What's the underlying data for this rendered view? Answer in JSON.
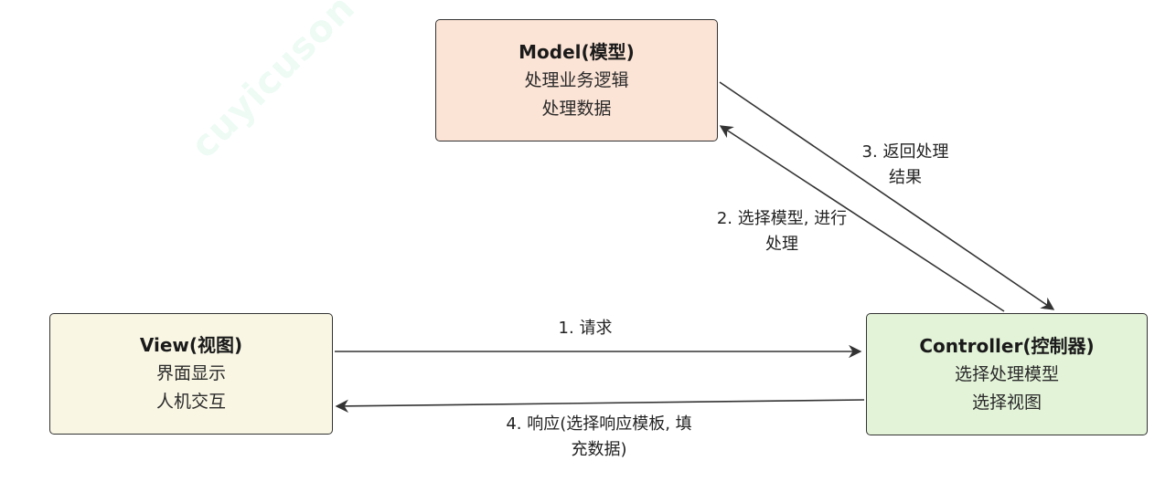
{
  "watermark": "cuyicuson",
  "nodes": {
    "model": {
      "title": "Model(模型)",
      "lines": [
        "处理业务逻辑",
        "处理数据"
      ],
      "fill": "#fbe3d5"
    },
    "view": {
      "title": "View(视图)",
      "lines": [
        "界面显示",
        "人机交互"
      ],
      "fill": "#f9f6e4"
    },
    "controller": {
      "title": "Controller(控制器)",
      "lines": [
        "选择处理模型",
        "选择视图"
      ],
      "fill": "#e3f3d8"
    }
  },
  "edges": {
    "request": {
      "lines": [
        "1. 请求"
      ]
    },
    "select": {
      "lines": [
        "2. 选择模型, 进行",
        "处理"
      ]
    },
    "return": {
      "lines": [
        "3. 返回处理",
        "结果"
      ]
    },
    "response": {
      "lines": [
        "4. 响应(选择响应模板, 填",
        "充数据)"
      ]
    }
  }
}
